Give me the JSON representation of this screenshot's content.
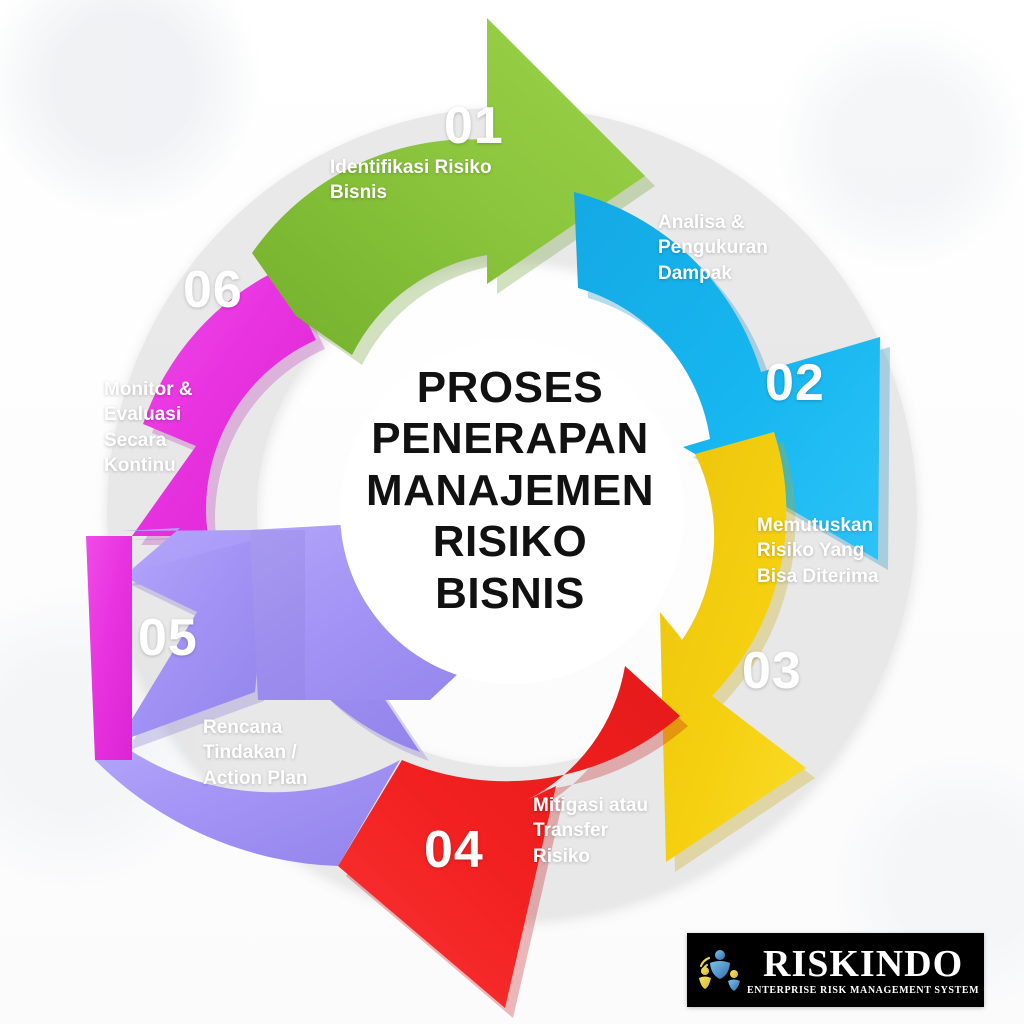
{
  "title": {
    "text": "PROSES\nPENERAPAN\nMANAJEMEN\nRISIKO\nBISNIS",
    "color": "#111111"
  },
  "diagram": {
    "type": "cycle",
    "step_count": 6,
    "direction": "clockwise",
    "steps": [
      {
        "number": "01",
        "label": "Identifikasi Risiko\nBisnis",
        "color": "#8CC63E",
        "shadow_color": "#6E9E2F"
      },
      {
        "number": "02",
        "label": "Analisa &\nPengukuran\nDampak",
        "color": "#17B6F0",
        "shadow_color": "#1390C2"
      },
      {
        "number": "03",
        "label": "Memutuskan\nRisiko Yang\nBisa Diterima",
        "color": "#F5D010",
        "shadow_color": "#C9A90B"
      },
      {
        "number": "04",
        "label": "Mitigasi atau\nTransfer\nRisiko",
        "color": "#F22020",
        "shadow_color": "#C21818"
      },
      {
        "number": "05",
        "label": "Rencana\nTindakan /\nAction Plan",
        "color": "#A393F5",
        "shadow_color": "#8275D0"
      },
      {
        "number": "06",
        "label": "Monitor &\nEvaluasi\nSecara\nKontinu",
        "color": "#E833E0",
        "shadow_color": "#B826B2"
      }
    ]
  },
  "logo": {
    "wordmark": "RISKINDO",
    "tagline": "ENTERPRISE RISK MANAGEMENT SYSTEM",
    "background": "#000000",
    "text_color": "#ffffff",
    "mark_name": "people-group-icon"
  }
}
